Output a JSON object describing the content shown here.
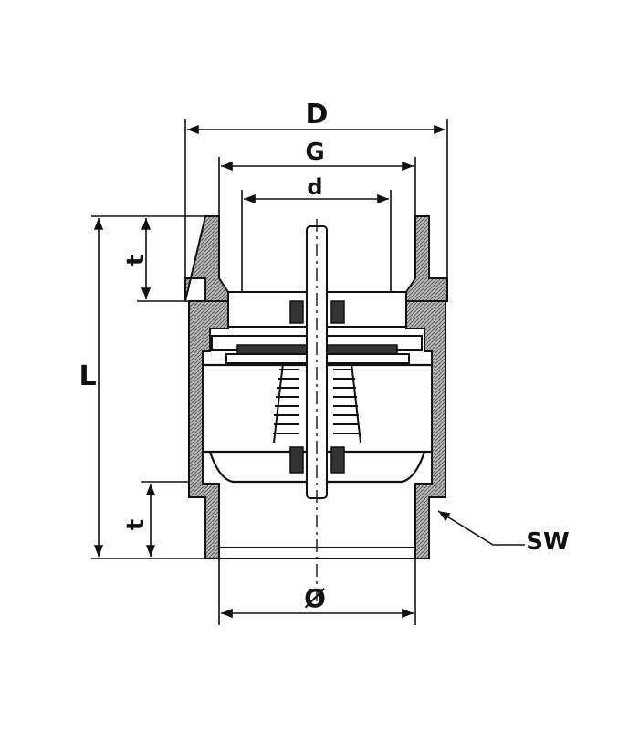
{
  "diagram": {
    "labels": {
      "outer_diameter": "D",
      "thread_size": "G",
      "inner_diameter": "d",
      "length": "L",
      "thread_length_top": "t",
      "thread_length_bottom": "t",
      "bore_diameter": "Ø",
      "wrench_size": "SW"
    },
    "colors": {
      "line": "#111111",
      "hatch": "#555555",
      "background": "#ffffff"
    }
  }
}
